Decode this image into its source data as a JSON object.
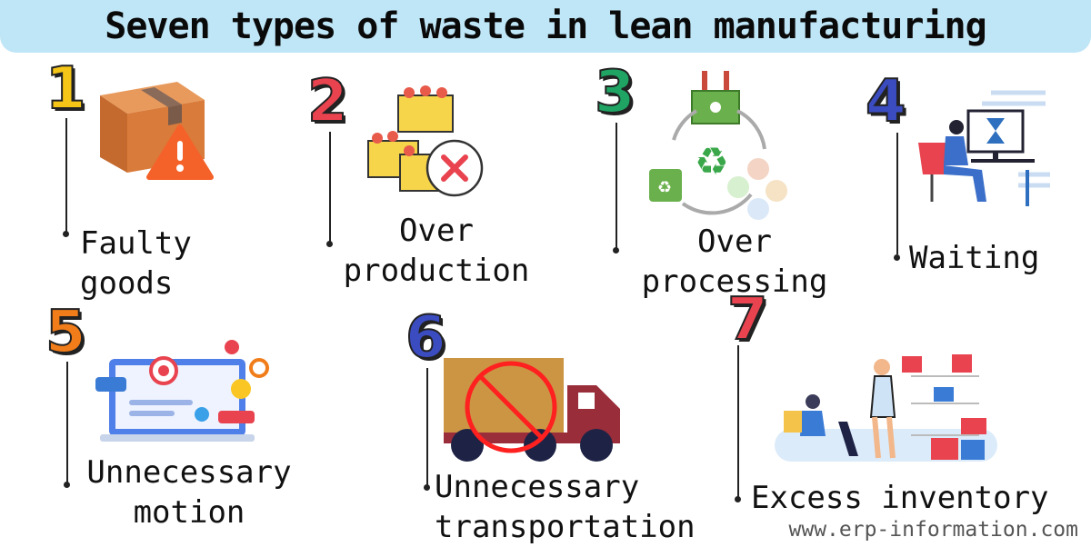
{
  "title": "Seven types of waste in lean manufacturing",
  "wastes": [
    {
      "number": "1",
      "line1": "Faulty",
      "line2": "goods",
      "icon": "damaged-box-icon"
    },
    {
      "number": "2",
      "line1": "Over",
      "line2": "production",
      "icon": "crates-cross-icon"
    },
    {
      "number": "3",
      "line1": "Over",
      "line2": "processing",
      "icon": "factory-recycle-icon"
    },
    {
      "number": "4",
      "line1": "Waiting",
      "line2": "",
      "icon": "person-waiting-hourglass-icon"
    },
    {
      "number": "5",
      "line1": "Unnecessary",
      "line2": "motion",
      "icon": "laptop-dashboard-icon"
    },
    {
      "number": "6",
      "line1": "Unnecessary",
      "line2": "transportation",
      "icon": "truck-prohibited-icon"
    },
    {
      "number": "7",
      "line1": "Excess inventory",
      "line2": "",
      "icon": "warehouse-inventory-icon"
    }
  ],
  "colors": {
    "title_bg": "#bfe6f7",
    "num1": "#f5c518",
    "num2": "#e8434f",
    "num3": "#1fa463",
    "num4": "#3b4cc0",
    "num5": "#f07d1a",
    "num6": "#3b4cc0",
    "num7": "#e8434f"
  },
  "footer": "www.erp-information.com"
}
